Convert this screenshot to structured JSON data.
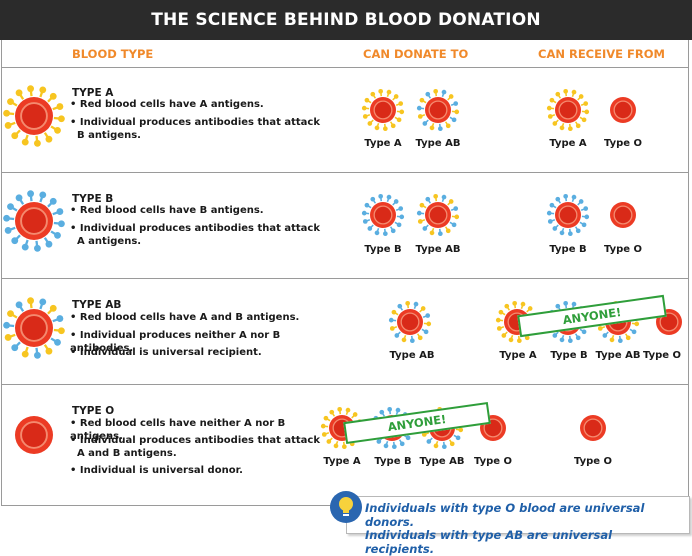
{
  "title": "THE SCIENCE BEHIND BLOOD DONATION",
  "columns": {
    "blood_type": "BLOOD TYPE",
    "donate": "CAN DONATE TO",
    "receive": "CAN RECEIVE FROM"
  },
  "rows": [
    {
      "name": "TYPE A",
      "bullets": [
        "• Red blood cells have A antigens.",
        "• Individual produces antibodies that attack\n  B antigens."
      ],
      "donate": [
        "Type A",
        "Type AB"
      ],
      "receive": [
        "Type A",
        "Type O"
      ]
    },
    {
      "name": "TYPE B",
      "bullets": [
        "• Red blood cells have B antigens.",
        "• Individual produces antibodies that attack\n  A antigens."
      ],
      "donate": [
        "Type B",
        "Type AB"
      ],
      "receive": [
        "Type B",
        "Type O"
      ]
    },
    {
      "name": "TYPE AB",
      "bullets": [
        "• Red blood cells have A and B antigens.",
        "• Individual produces neither A nor B antibodies.",
        "• Individual is universal recipient."
      ],
      "donate": [
        "Type AB"
      ],
      "receive": [
        "Type A",
        "Type B",
        "Type AB",
        "Type O"
      ],
      "receive_banner": "ANYONE!"
    },
    {
      "name": "TYPE O",
      "bullets": [
        "• Red blood cells have neither A nor B antigens.",
        "• Individual produces antibodies that attack\n  A and B antigens.",
        "• Individual is universal donor."
      ],
      "donate": [
        "Type A",
        "Type B",
        "Type AB",
        "Type O"
      ],
      "receive": [
        "Type O"
      ],
      "donate_banner": "ANYONE!"
    }
  ],
  "note": [
    "Individuals with type O blood are universal donors.",
    "Individuals with type AB are universal recipients."
  ],
  "colors": {
    "cell": "#ec3b24",
    "antigen_a": "#f7c520",
    "antigen_b": "#5aaee0",
    "header_text": "#f0892a",
    "banner": "#2f9e3a",
    "note": "#1f5fa8"
  },
  "icons": {
    "note": "lightbulb-icon"
  }
}
